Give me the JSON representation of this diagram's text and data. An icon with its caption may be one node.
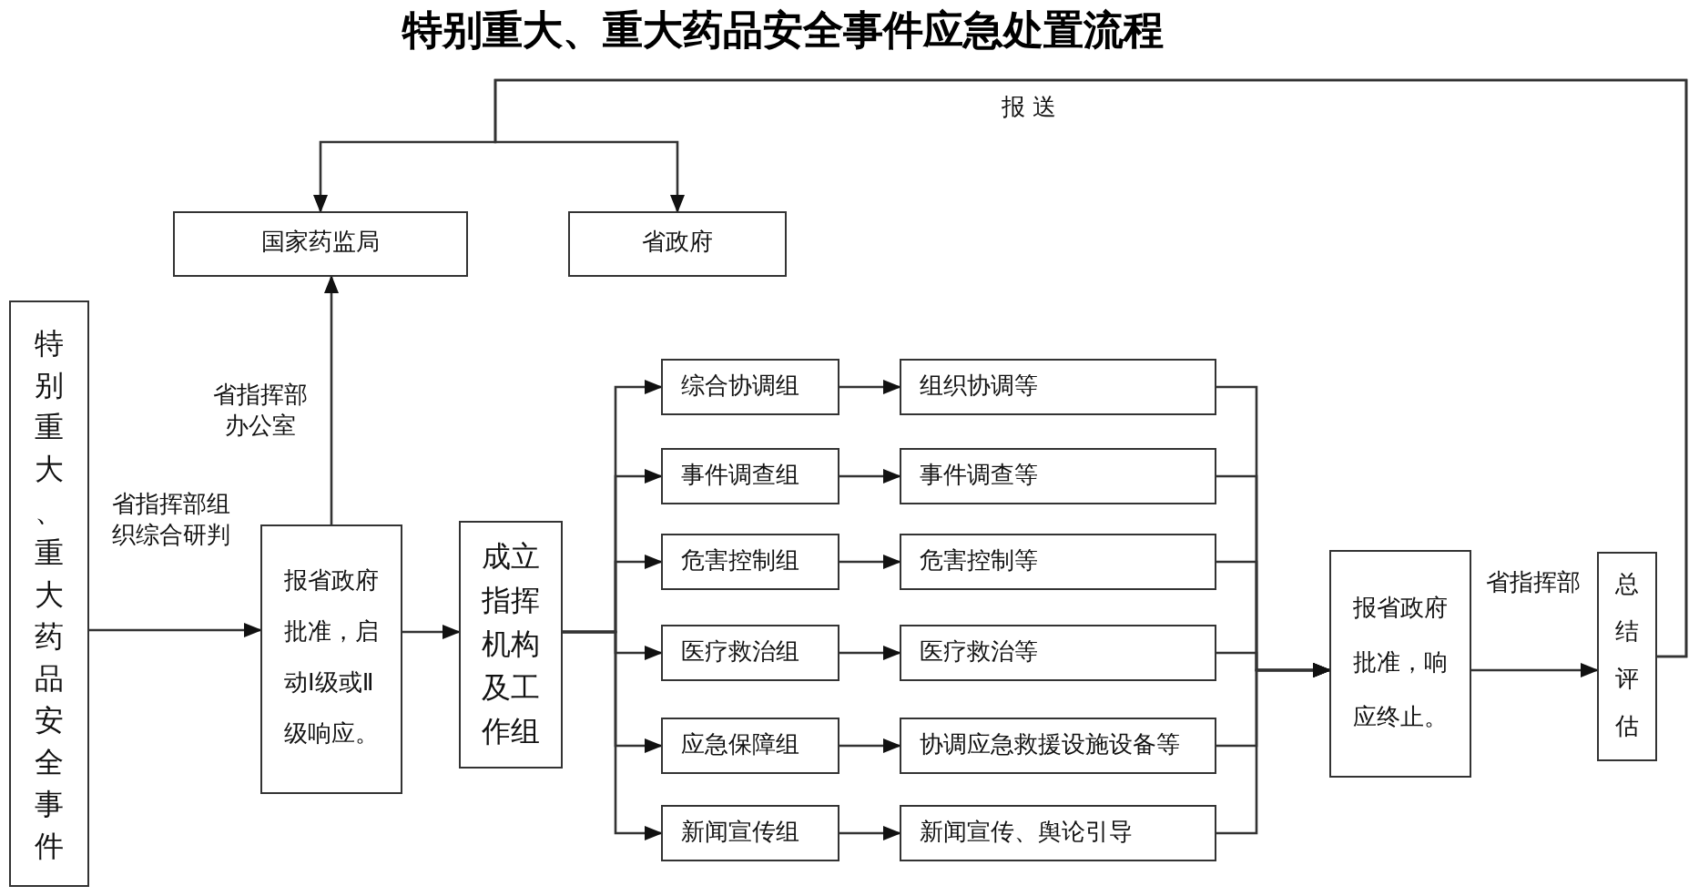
{
  "diagram": {
    "title": "特别重大、重大药品安全事件应急处置流程",
    "nodes": [
      {
        "text": [
          "特别重大、重大药品安全事件"
        ]
      },
      {
        "text": [
          "国家药监局"
        ]
      },
      {
        "text": [
          "省政府"
        ]
      },
      {
        "text": [
          "报省政府批准，启动Ⅰ级或Ⅱ级响应。"
        ]
      },
      {
        "text": [
          "成立指挥机构及工作组"
        ]
      },
      {
        "text": [
          "综合协调组"
        ]
      },
      {
        "text": [
          "组织协调等"
        ]
      },
      {
        "text": [
          "事件调查组"
        ]
      },
      {
        "text": [
          "事件调查等"
        ]
      },
      {
        "text": [
          "危害控制组"
        ]
      },
      {
        "text": [
          "危害控制等"
        ]
      },
      {
        "text": [
          "医疗救治组"
        ]
      },
      {
        "text": [
          "医疗救治等"
        ]
      },
      {
        "text": [
          "应急保障组"
        ]
      },
      {
        "text": [
          "协调应急救援设施设备等"
        ]
      },
      {
        "text": [
          "新闻宣传组"
        ]
      },
      {
        "text": [
          "新闻宣传、舆论引导"
        ]
      },
      {
        "text": [
          "报省政府批准，响应终止。"
        ]
      },
      {
        "text": [
          "总结评估"
        ]
      }
    ],
    "edges": [
      {
        "from": 0,
        "to": 3,
        "arrow": "to",
        "label": "省指挥部组织综合研判"
      },
      {
        "from": 3,
        "to": 1,
        "arrow": "to",
        "label": "省指挥部办公室"
      },
      {
        "from": 3,
        "to": 4,
        "arrow": "to"
      },
      {
        "from": 4,
        "to": 5,
        "arrow": "to"
      },
      {
        "from": 4,
        "to": 7,
        "arrow": "to"
      },
      {
        "from": 4,
        "to": 9,
        "arrow": "to"
      },
      {
        "from": 4,
        "to": 11,
        "arrow": "to"
      },
      {
        "from": 4,
        "to": 13,
        "arrow": "to"
      },
      {
        "from": 4,
        "to": 15,
        "arrow": "to"
      },
      {
        "from": 5,
        "to": 6,
        "arrow": "to"
      },
      {
        "from": 7,
        "to": 8,
        "arrow": "to"
      },
      {
        "from": 9,
        "to": 10,
        "arrow": "to"
      },
      {
        "from": 11,
        "to": 12,
        "arrow": "to"
      },
      {
        "from": 13,
        "to": 14,
        "arrow": "to"
      },
      {
        "from": 15,
        "to": 16,
        "arrow": "to"
      },
      {
        "from": 6,
        "to": 17,
        "arrow": "to"
      },
      {
        "from": 8,
        "to": 17,
        "arrow": "to"
      },
      {
        "from": 10,
        "to": 17,
        "arrow": "to"
      },
      {
        "from": 12,
        "to": 17,
        "arrow": "to"
      },
      {
        "from": 14,
        "to": 17,
        "arrow": "to"
      },
      {
        "from": 16,
        "to": 17,
        "arrow": "to"
      },
      {
        "from": 17,
        "to": 18,
        "arrow": "to",
        "label": "省指挥部"
      },
      {
        "from": 18,
        "to": 1,
        "arrow": "to",
        "label": "报 送"
      },
      {
        "from": 18,
        "to": 2,
        "arrow": "to"
      }
    ]
  }
}
